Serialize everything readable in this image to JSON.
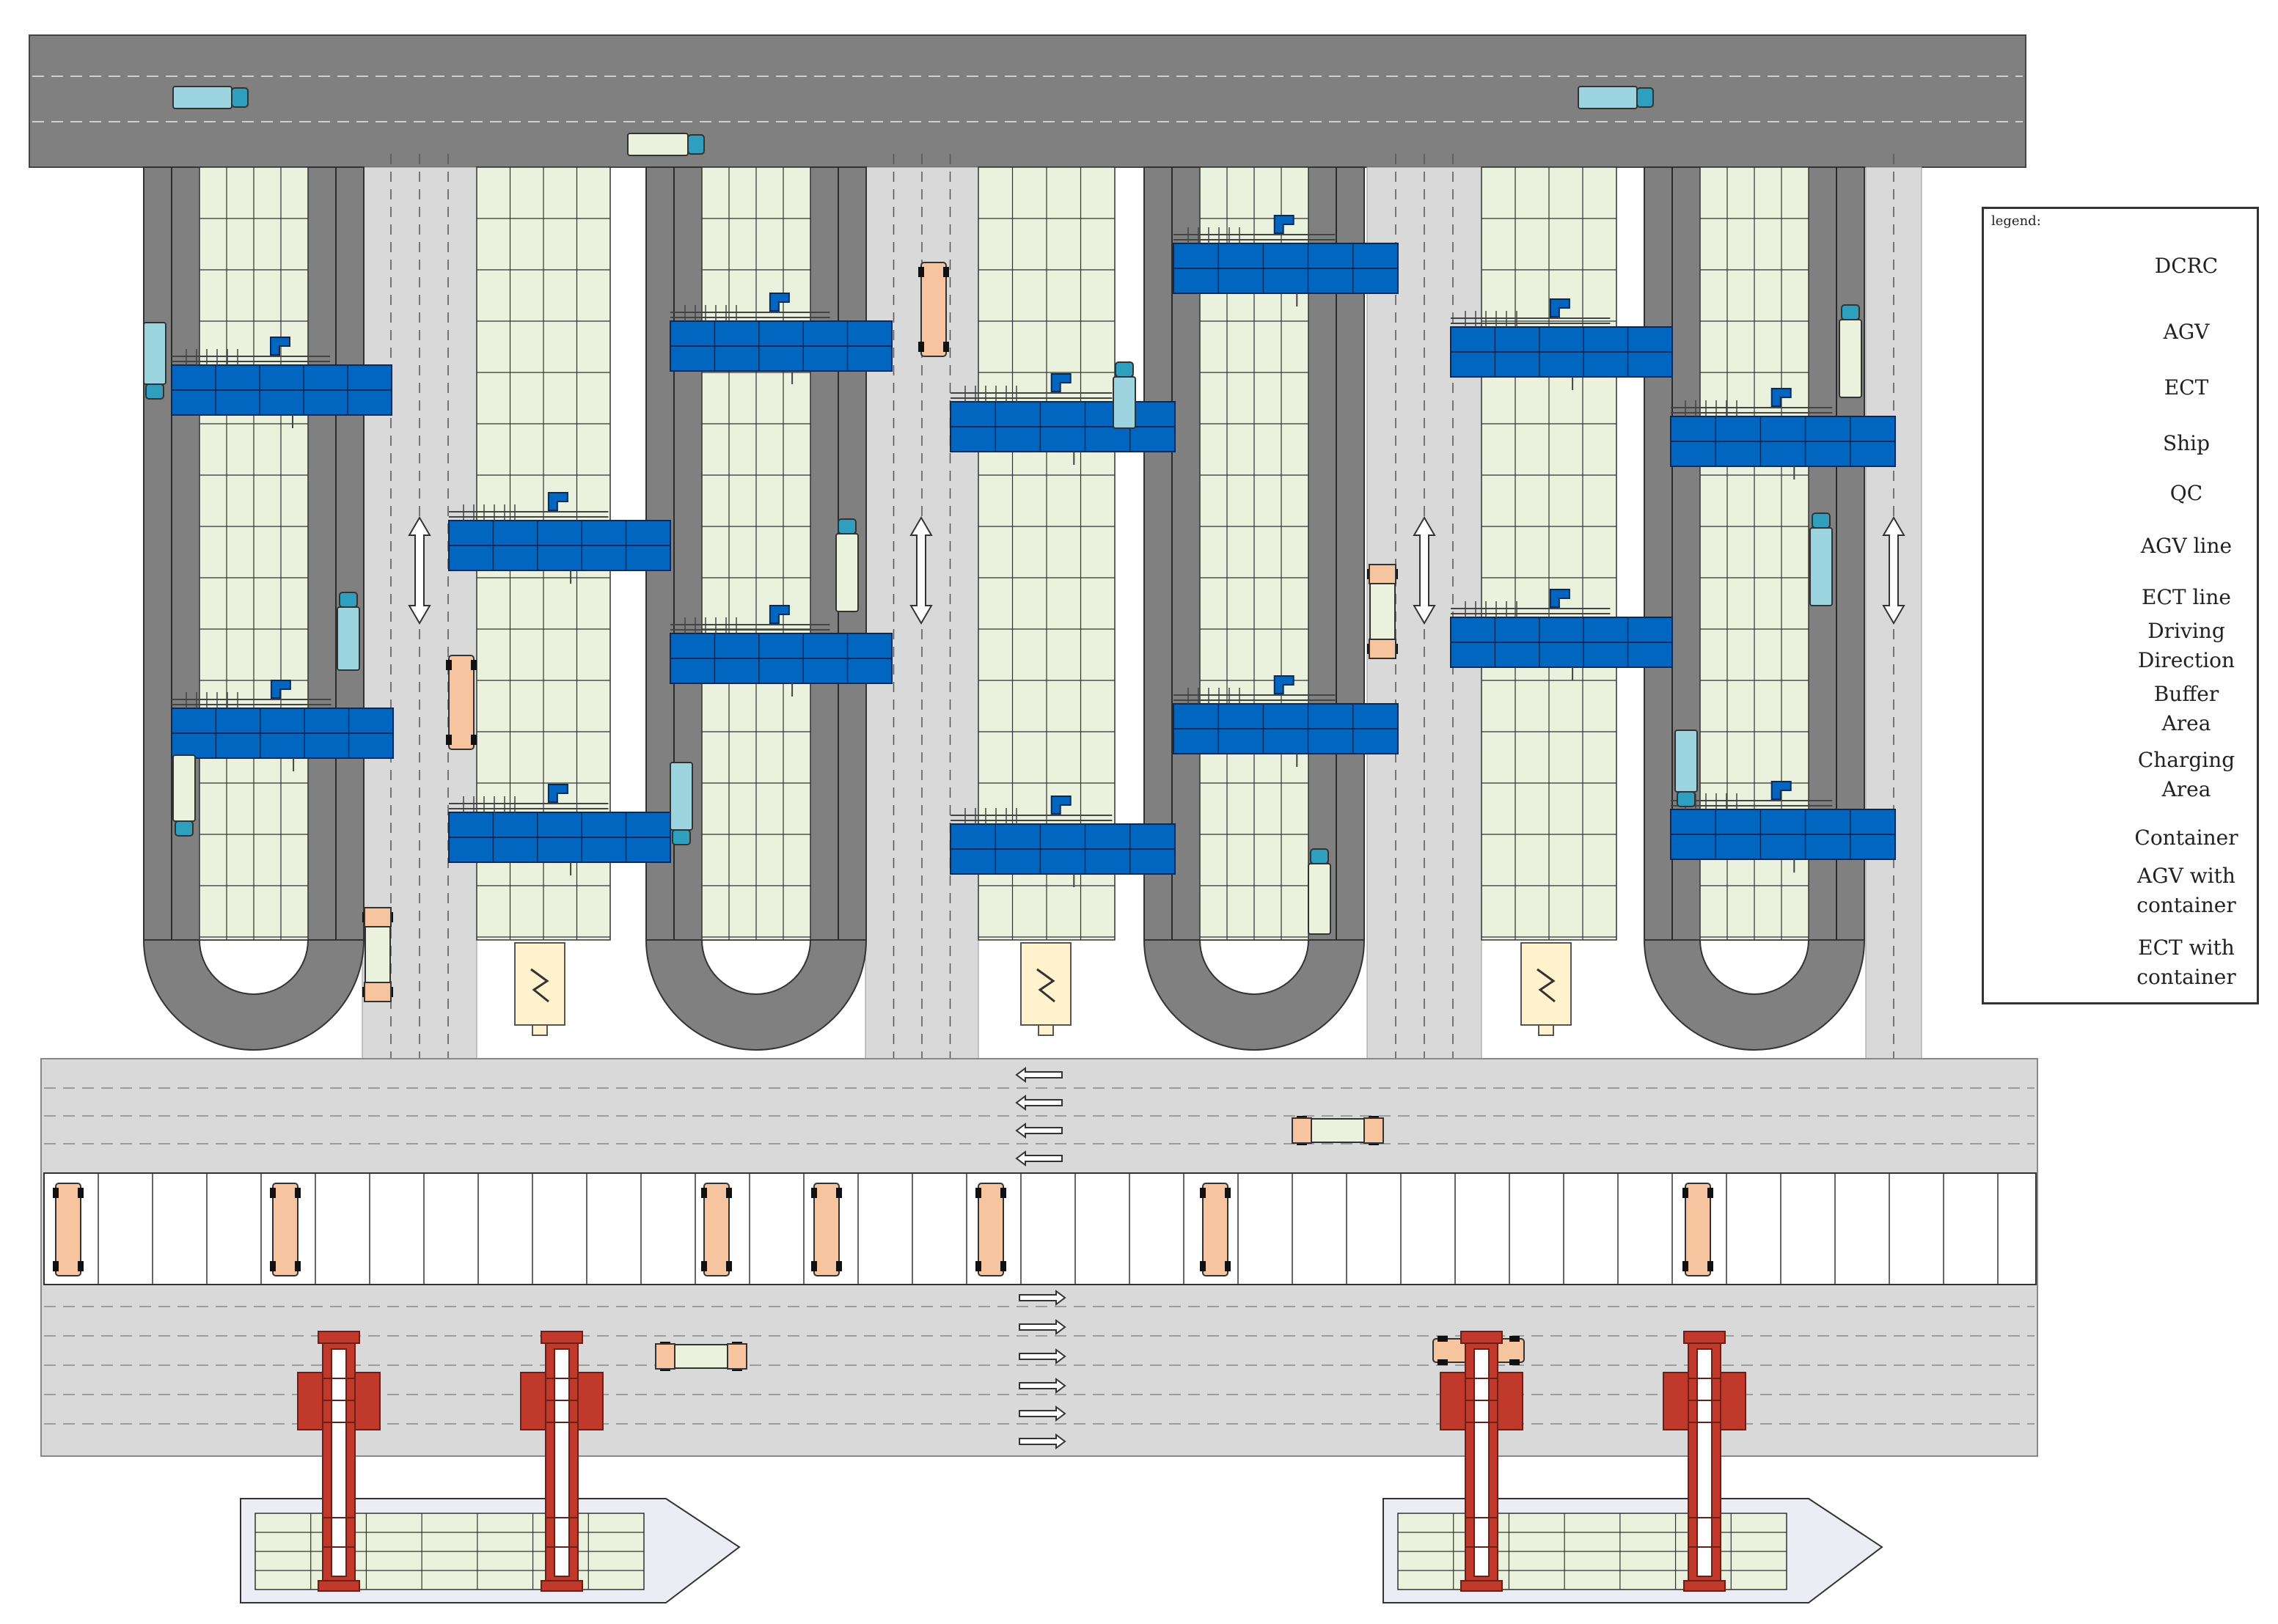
{
  "legend": {
    "title": "legend:",
    "items": [
      {
        "key": "dcrc",
        "label": "DCRC",
        "icon": "dcrc-icon"
      },
      {
        "key": "agv",
        "label": "AGV",
        "icon": "agv-icon"
      },
      {
        "key": "ect",
        "label": "ECT",
        "icon": "ect-icon"
      },
      {
        "key": "ship",
        "label": "Ship",
        "icon": "ship-icon"
      },
      {
        "key": "qc",
        "label": "QC",
        "icon": "qc-icon"
      },
      {
        "key": "agv_line",
        "label": "AGV line",
        "icon": "agv-line-icon"
      },
      {
        "key": "ect_line",
        "label": "ECT line",
        "icon": "ect-line-icon"
      },
      {
        "key": "driving_direction",
        "label": "Driving Direction",
        "lines": [
          "Driving",
          "Direction"
        ],
        "icon": "double-arrow-icon"
      },
      {
        "key": "buffer_area",
        "label": "Buffer Area",
        "lines": [
          "Buffer",
          "Area"
        ],
        "icon": "buffer-area-icon"
      },
      {
        "key": "charging_area",
        "label": "Charging Area",
        "lines": [
          "Charging",
          "Area"
        ],
        "icon": "lightning-icon"
      },
      {
        "key": "container",
        "label": "Container",
        "icon": "container-icon"
      },
      {
        "key": "agv_with_container",
        "label": "AGV with container",
        "lines": [
          "AGV with",
          "container"
        ],
        "icon": "agv-with-container-icon"
      },
      {
        "key": "ect_with_container",
        "label": "ECT with container",
        "lines": [
          "ECT with",
          "container"
        ],
        "icon": "ect-with-container-icon"
      }
    ]
  },
  "colors": {
    "dcrc": "#0066c0",
    "dcrc_outline": "#0a2a5a",
    "agv": "#f7c4a0",
    "ect": "#9cd4e0",
    "ect_cab": "#2f9fbf",
    "qc": "#c0392b",
    "agv_line": "#d9d9d9",
    "ect_line": "#808080",
    "container": "#eaf1dd",
    "charging": "#fff2cc",
    "ship": "#ececf4"
  }
}
